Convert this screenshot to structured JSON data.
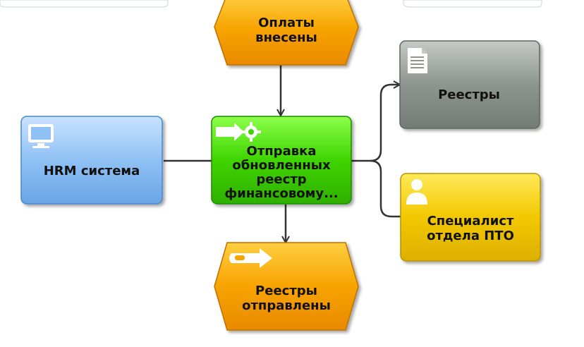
{
  "nodes": {
    "event_top": {
      "line1": "Оплаты",
      "line2": "внесены"
    },
    "function_main": {
      "line1": "Отправка",
      "line2": "обновленных",
      "line3": "реестр",
      "line4": "финансовому..."
    },
    "system_hrm": {
      "label": "HRM система"
    },
    "document_registers": {
      "label": "Реестры"
    },
    "role_specialist": {
      "line1": "Специалист",
      "line2": "отдела ПТО"
    },
    "event_bottom": {
      "line1": "Реестры",
      "line2": "отправлены"
    }
  },
  "icons": {
    "system": "monitor-icon",
    "document": "document-icon",
    "role": "person-icon",
    "function": "process-arrow-icon",
    "event": "event-arrow-icon"
  },
  "colors": {
    "event_orange": "#f7a300",
    "function_green": "#3fd400",
    "system_blue": "#8fc1f4",
    "document_gray": "#8e9590",
    "role_yellow": "#f2c800",
    "connector": "#333333"
  }
}
